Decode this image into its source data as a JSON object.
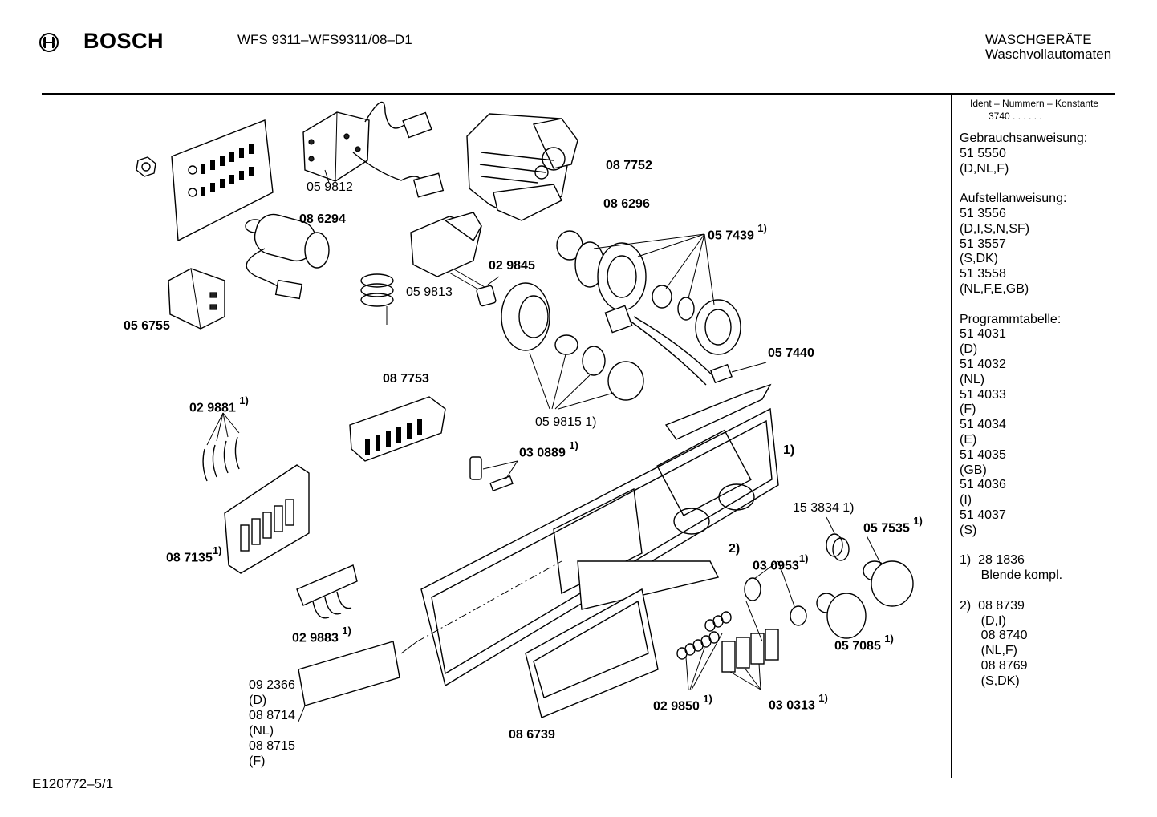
{
  "header": {
    "brand": "BOSCH",
    "model": "WFS 9311–WFS9311/08–D1",
    "category_line1": "WASCHGERÄTE",
    "category_line2": "Waschvollautomaten"
  },
  "footer": {
    "drawing_code": "E120772–5/1"
  },
  "sidebar": {
    "ident_title": "Ident – Nummern – Konstante",
    "ident_value": "3740 . . . . . .",
    "lines": [
      "Gebrauchsanweisung:",
      "51 5550",
      "(D,NL,F)",
      "",
      "Aufstellanweisung:",
      "51 3556",
      "(D,I,S,N,SF)",
      "51 3557",
      "(S,DK)",
      "51 3558",
      "(NL,F,E,GB)",
      "",
      "Programmtabelle:",
      "51 4031",
      "(D)",
      "51 4032",
      "(NL)",
      "51 4033",
      "(F)",
      "51 4034",
      "(E)",
      "51 4035",
      "(GB)",
      "51 4036",
      "(I)",
      "51 4037",
      "(S)",
      "",
      "1)  28 1836",
      "      Blende kompl.",
      "",
      "2)  08 8739",
      "      (D,I)",
      "      08 8740",
      "      (NL,F)",
      "      08 8769",
      "      (S,DK)"
    ]
  },
  "part_labels": [
    {
      "text": "05 9812",
      "note": "",
      "bold": false
    },
    {
      "text": "08 7752",
      "note": "",
      "bold": true
    },
    {
      "text": "08 6296",
      "note": "",
      "bold": true
    },
    {
      "text": "08 6294",
      "note": "",
      "bold": true
    },
    {
      "text": "05 7439",
      "note": "1)",
      "bold": true
    },
    {
      "text": "02 9845",
      "note": "",
      "bold": true
    },
    {
      "text": "05 9813",
      "note": "",
      "bold": false
    },
    {
      "text": "05 6755",
      "note": "",
      "bold": true
    },
    {
      "text": "05 7440",
      "note": "",
      "bold": true
    },
    {
      "text": "08 7753",
      "note": "",
      "bold": true
    },
    {
      "text": "02 9881",
      "note": "1)",
      "bold": true
    },
    {
      "text": "05 9815 1)",
      "note": "",
      "bold": false
    },
    {
      "text": "03 0889",
      "note": "1)",
      "bold": true
    },
    {
      "text": "1)",
      "note": "",
      "bold": true
    },
    {
      "text": "15 3834 1)",
      "note": "",
      "bold": false
    },
    {
      "text": "05 7535",
      "note": "1)",
      "bold": true
    },
    {
      "text": "08 7135",
      "note": "1)",
      "bold": true
    },
    {
      "text": "2)",
      "note": "",
      "bold": true
    },
    {
      "text": "03 0953",
      "note": "1)",
      "bold": true
    },
    {
      "text": "02 9883",
      "note": "1)",
      "bold": true
    },
    {
      "text": "05 7085",
      "note": "1)",
      "bold": true
    },
    {
      "text": "02 9850",
      "note": "1)",
      "bold": true
    },
    {
      "text": "03 0313",
      "note": "1)",
      "bold": true
    },
    {
      "text": "08 6739",
      "note": "",
      "bold": true
    }
  ],
  "window_panel_label": [
    "09 2366",
    "(D)",
    "08 8714",
    "(NL)",
    "08 8715",
    "(F)"
  ]
}
